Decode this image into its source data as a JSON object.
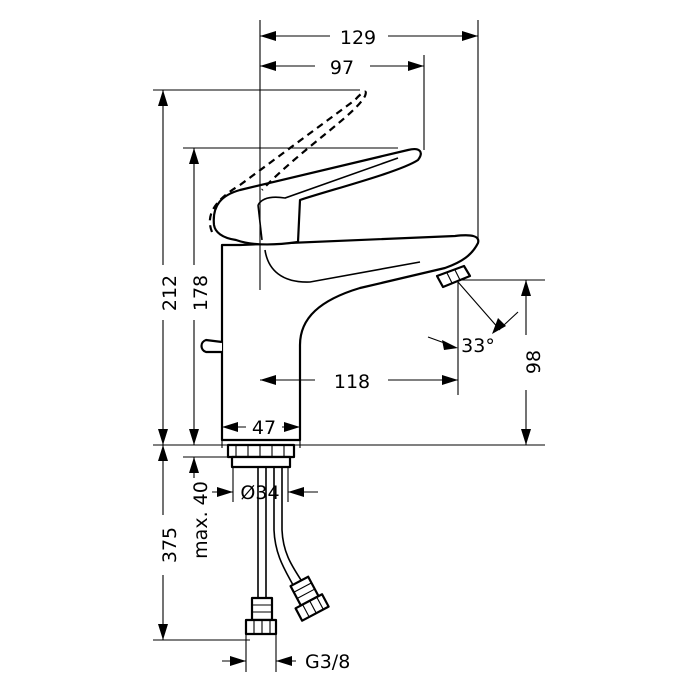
{
  "drawing": {
    "dimensions": {
      "overall_depth": "129",
      "lever_depth": "97",
      "total_height": "212",
      "spout_height": "178",
      "spout_reach": "118",
      "spray_angle": "33°",
      "outlet_height": "98",
      "base_width": "47",
      "shank_diameter": "Ø34",
      "max_thickness": "max. 40",
      "hose_length": "375",
      "thread": "G3/8"
    }
  }
}
